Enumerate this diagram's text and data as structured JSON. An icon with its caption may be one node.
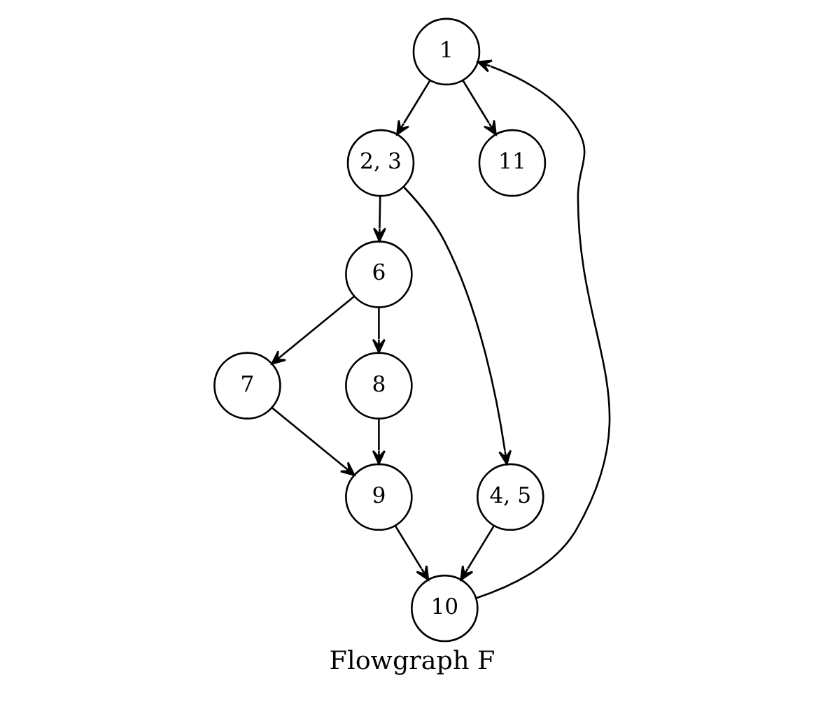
{
  "diagram": {
    "caption": "Flowgraph F",
    "nodes": [
      {
        "text": [
          "1"
        ]
      },
      {
        "text": [
          "2, 3"
        ]
      },
      {
        "text": [
          "6"
        ]
      },
      {
        "text": [
          "4, 5"
        ]
      },
      {
        "text": [
          "7"
        ]
      },
      {
        "text": [
          "8"
        ]
      },
      {
        "text": [
          "9"
        ]
      },
      {
        "text": [
          "10"
        ]
      },
      {
        "text": [
          "11"
        ]
      }
    ],
    "edges": [
      {
        "from": 0,
        "to": 1,
        "arrow": "to"
      },
      {
        "from": 1,
        "to": 2,
        "arrow": "to"
      },
      {
        "from": 1,
        "to": 3,
        "arrow": "to"
      },
      {
        "from": 2,
        "to": 4,
        "arrow": "to"
      },
      {
        "from": 2,
        "to": 5,
        "arrow": "to"
      },
      {
        "from": 4,
        "to": 6,
        "arrow": "to"
      },
      {
        "from": 5,
        "to": 6,
        "arrow": "to"
      },
      {
        "from": 6,
        "to": 7,
        "arrow": "to"
      },
      {
        "from": 3,
        "to": 7,
        "arrow": "to"
      },
      {
        "from": 7,
        "to": 0,
        "arrow": "to"
      },
      {
        "from": 0,
        "to": 8,
        "arrow": "to"
      }
    ]
  }
}
